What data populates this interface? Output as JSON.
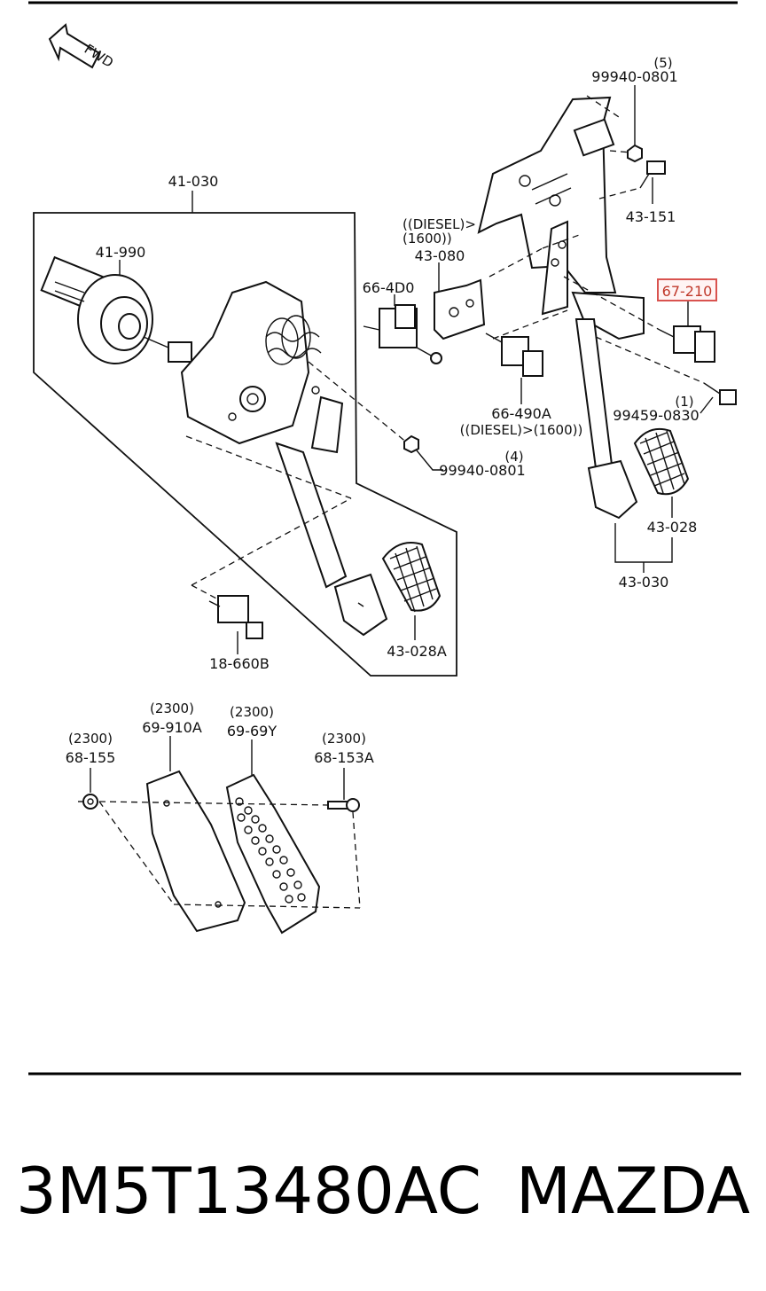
{
  "diagram": {
    "direction_marker": "FWD",
    "labels": {
      "l_41_030": "41-030",
      "l_41_990": "41-990",
      "l_66_4d0": "66-4D0",
      "l_diesel_1": "((DIESEL)>",
      "l_1600_1": "(1600))",
      "l_43_080": "43-080",
      "l_99940_top_qty": "(5)",
      "l_99940_top": "99940-0801",
      "l_43_151": "43-151",
      "l_67_210": "67-210",
      "l_66_490a": "66-490A",
      "l_diesel_2": "((DIESEL)>(1600))",
      "l_99459_qty": "(1)",
      "l_99459": "99459-0830",
      "l_99940_mid_qty": "(4)",
      "l_99940_mid": "99940-0801",
      "l_43_028": "43-028",
      "l_43_030": "43-030",
      "l_18_660b": "18-660B",
      "l_43_028a": "43-028A",
      "l_2300_a": "(2300)",
      "l_69_910a": "69-910A",
      "l_2300_b": "(2300)",
      "l_69_69y": "69-69Y",
      "l_2300_c": "(2300)",
      "l_68_155": "68-155",
      "l_2300_d": "(2300)",
      "l_68_153a": "68-153A"
    },
    "highlighted_part": "67-210",
    "highlight_color": "#d9534f"
  },
  "footer": {
    "part_number": "3M5T13480AC",
    "brand": "MAZDA"
  }
}
